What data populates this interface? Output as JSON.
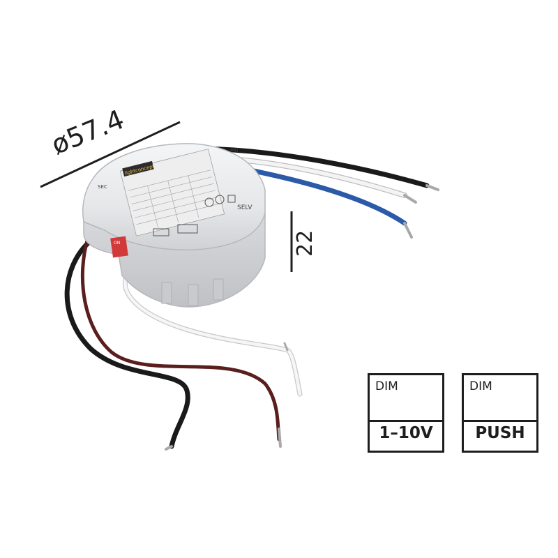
{
  "product": {
    "diameter_label": "ø57.4",
    "height_label": "22",
    "brand_label": "lightconcept",
    "sec_label": "SEC",
    "pri_label": "PRI",
    "selv_label": "SELV",
    "switch_label": "ON"
  },
  "badges": [
    {
      "top": "DIM",
      "bottom": "1–10V"
    },
    {
      "top": "DIM",
      "bottom": "PUSH"
    }
  ],
  "colors": {
    "housing": "#e9eaec",
    "wire_black": "#1a1a1a",
    "wire_white": "#f2f2f2",
    "wire_blue": "#2a5aa8",
    "wire_brown": "#5a1e1e",
    "switch_red": "#d23a3a",
    "dimension_lines": "#1e1e1e"
  }
}
